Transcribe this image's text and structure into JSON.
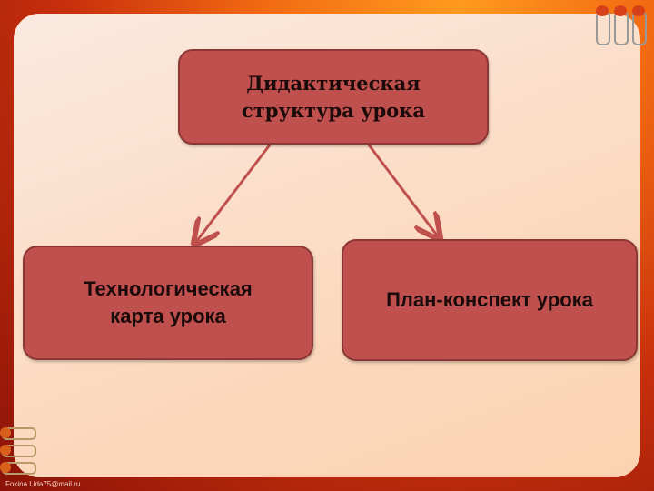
{
  "diagram": {
    "root": {
      "label_line1": "Дидактическая",
      "label_line2": "структура урока"
    },
    "children": [
      {
        "label_line1": "Технологическая",
        "label_line2": "карта урока"
      },
      {
        "label": "План-конспект урока"
      }
    ]
  },
  "watermark": "Fokina Lida75@mail.ru",
  "colors": {
    "box_fill": "#c0504d",
    "box_border": "#8c3836",
    "arrow": "#c0504d"
  }
}
